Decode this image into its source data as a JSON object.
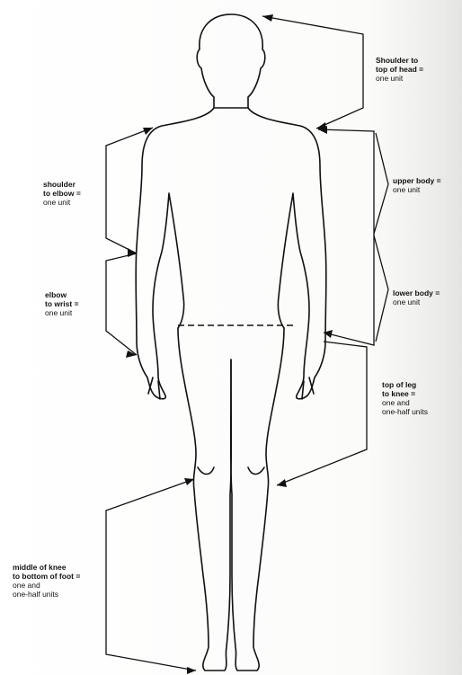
{
  "labels": {
    "shoulder_head": {
      "bold": [
        "Shoulder to",
        "top of head ="
      ],
      "plain": [
        "one unit"
      ]
    },
    "upper_body": {
      "bold": [
        "upper body ="
      ],
      "plain": [
        "one unit"
      ]
    },
    "lower_body": {
      "bold": [
        "lower body ="
      ],
      "plain": [
        "one unit"
      ]
    },
    "leg_knee": {
      "bold": [
        "top of leg",
        "to knee ="
      ],
      "plain": [
        "one and",
        "one-half units"
      ]
    },
    "shoulder_elbow": {
      "bold": [
        "shoulder",
        "to elbow ="
      ],
      "plain": [
        "one unit"
      ]
    },
    "elbow_wrist": {
      "bold": [
        "elbow",
        "to wrist ="
      ],
      "plain": [
        "one unit"
      ]
    },
    "knee_foot": {
      "bold": [
        "middle of knee",
        "to bottom of foot ="
      ],
      "plain": [
        "one and",
        "one-half units"
      ]
    }
  },
  "colors": {
    "ink": "#111111",
    "paper": "#ffffff"
  }
}
